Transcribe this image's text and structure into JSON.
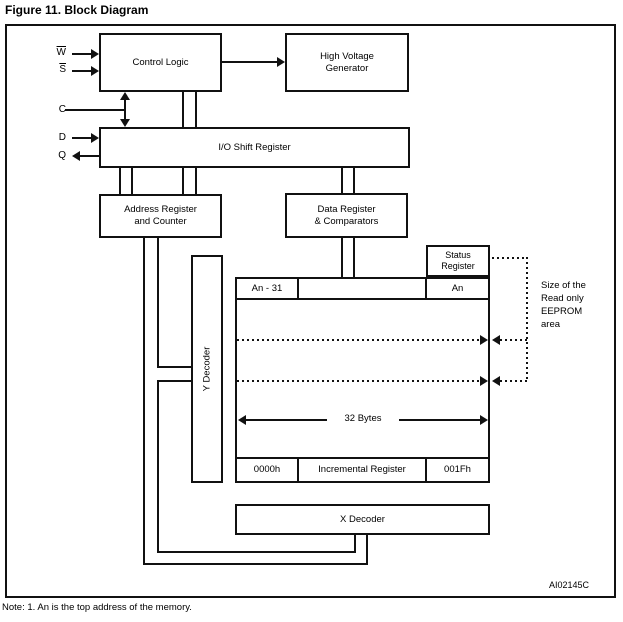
{
  "figure": {
    "title": "Figure 11. Block Diagram",
    "code": "AI02145C",
    "footnote": "Note: 1.  An is the top address of the memory."
  },
  "signals": {
    "w": "W",
    "s": "S",
    "c": "C",
    "d": "D",
    "q": "Q"
  },
  "blocks": {
    "control_logic": "Control Logic",
    "high_voltage_generator": [
      "High Voltage",
      "Generator"
    ],
    "io_shift_register": "I/O Shift Register",
    "address_register": [
      "Address Register",
      "and Counter"
    ],
    "data_register": [
      "Data Register",
      "& Comparators"
    ],
    "status_register": [
      "Status",
      "Register"
    ],
    "y_decoder": "Y Decoder",
    "x_decoder": "X Decoder"
  },
  "memory_array": {
    "top_row_left": "An - 31",
    "top_row_right": "An",
    "bottom_row_left": "0000h",
    "bottom_row_middle": "Incremental Register",
    "bottom_row_right": "001Fh",
    "width_label": "32 Bytes"
  },
  "annotations": {
    "eeprom_area_lines": [
      "Size of the",
      "Read only",
      "EEPROM",
      "area"
    ]
  },
  "colors": {
    "line": "#000000",
    "background": "#ffffff"
  }
}
